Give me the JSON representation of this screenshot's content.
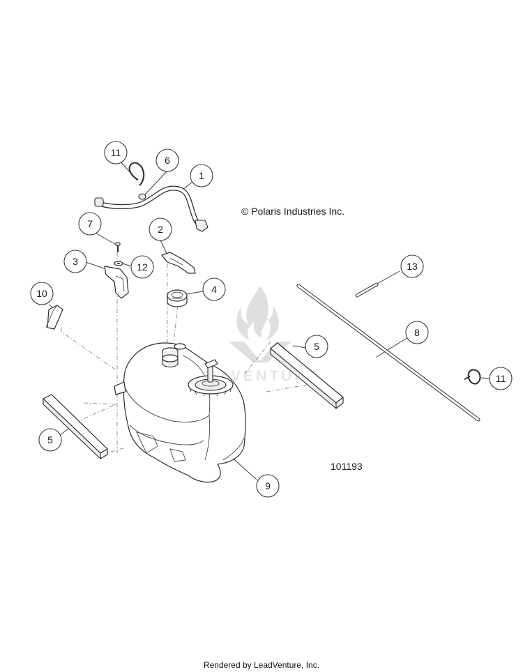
{
  "copyright": "© Polaris Industries Inc.",
  "figure_number": "101193",
  "footer": "Rendered by LeadVenture, Inc.",
  "watermark": {
    "text": "LEADVENTURE",
    "logo": "flame-v-logo"
  },
  "callouts": {
    "c1": "1",
    "c2": "2",
    "c3": "3",
    "c4": "4",
    "c5a": "5",
    "c5b": "5",
    "c6": "6",
    "c7": "7",
    "c8": "8",
    "c9": "9",
    "c10": "10",
    "c11a": "11",
    "c11b": "11",
    "c12": "12",
    "c13": "13"
  }
}
